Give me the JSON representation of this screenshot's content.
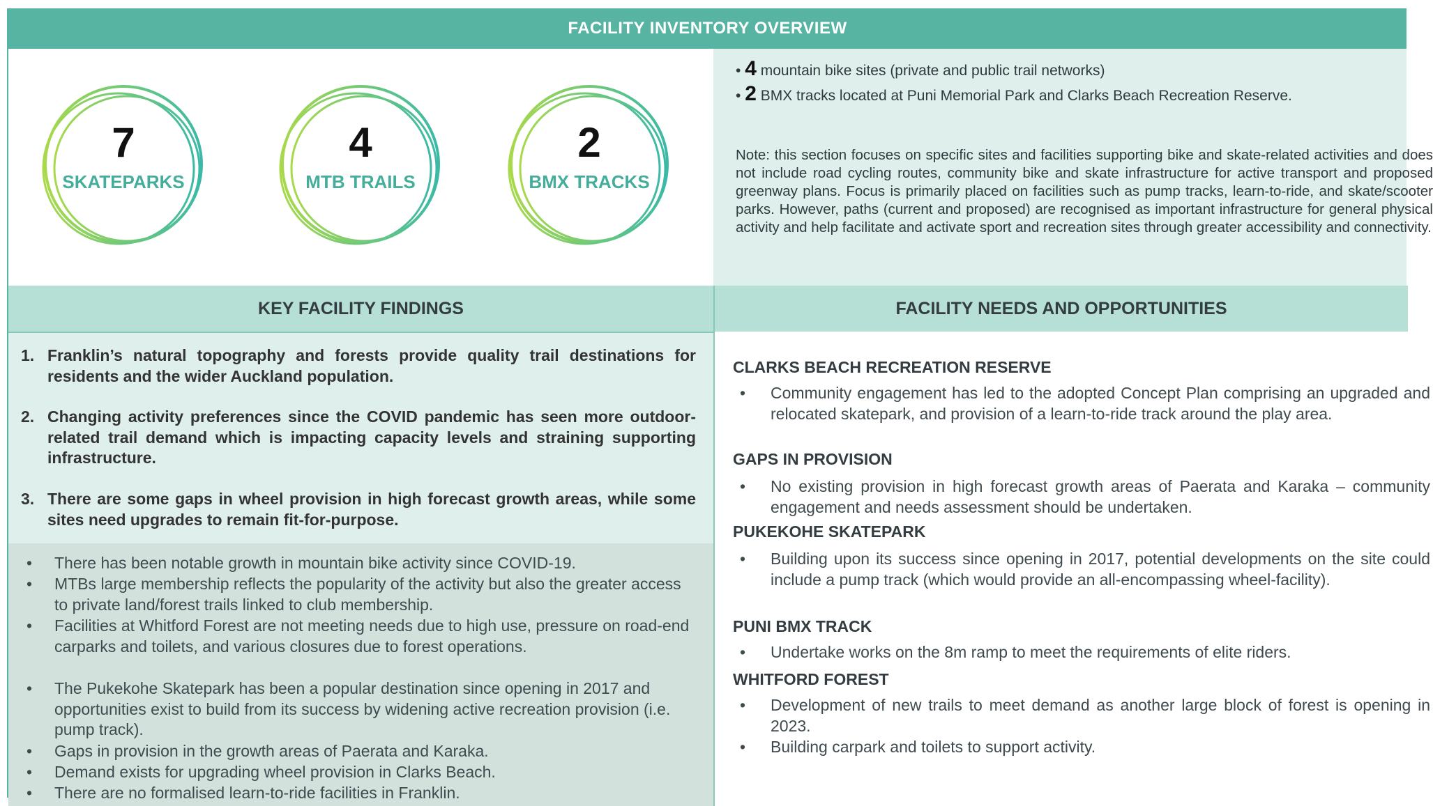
{
  "banner": {
    "title": "FACILITY INVENTORY OVERVIEW"
  },
  "stats": [
    {
      "number": "7",
      "label": "SKATEPARKS"
    },
    {
      "number": "4",
      "label": "MTB TRAILS"
    },
    {
      "number": "2",
      "label": "BMX TRACKS"
    }
  ],
  "colors": {
    "banner": "#57b3a2",
    "ring_start": "#a9d94a",
    "ring_end": "#3bb9a6",
    "panel": "#dff0ec"
  },
  "overview": {
    "bullets": [
      {
        "count": "4",
        "text": "mountain bike sites (private and public trail networks)"
      },
      {
        "count": "2",
        "text": "BMX tracks located at Puni Memorial Park and Clarks Beach Recreation Reserve."
      }
    ],
    "note": "Note: this section focuses on specific sites and facilities supporting bike and skate-related activities and does not include road cycling routes, community bike and skate infrastructure for active transport and proposed greenway plans. Focus is primarily placed on facilities such as pump tracks, learn-to-ride, and skate/scooter parks.  However, paths (current and proposed) are recognised as important infrastructure for general physical activity and help facilitate and activate sport and recreation sites through greater accessibility and connectivity."
  },
  "findings": {
    "heading": "KEY FACILITY FINDINGS",
    "items": [
      {
        "num": "1.",
        "text": "Franklin’s natural topography and forests provide quality trail destinations for residents and the wider Auckland population."
      },
      {
        "num": "2.",
        "text": "Changing activity preferences since the COVID pandemic has seen more outdoor-related trail demand which is impacting capacity levels and straining supporting infrastructure."
      },
      {
        "num": "3.",
        "text": "There are some gaps in wheel provision in high forecast growth areas, while some sites need upgrades to remain fit-for-purpose."
      }
    ],
    "bullets": [
      "There has been notable growth in mountain bike activity since COVID-19.",
      "MTBs large membership reflects the popularity of the activity but also the greater access to private land/forest trails linked to club membership.",
      "Facilities at Whitford Forest are not meeting needs due to high use, pressure on road-end carparks and toilets, and various closures due to forest operations.",
      "The Pukekohe Skatepark has been a popular destination since opening in 2017 and opportunities exist to build from its success by widening active recreation provision (i.e. pump track).",
      "Gaps in provision in the growth areas of Paerata and Karaka.",
      "Demand exists for upgrading wheel provision in Clarks Beach.",
      "There are no formalised learn-to-ride facilities in Franklin."
    ]
  },
  "needs": {
    "heading": "FACILITY NEEDS AND OPPORTUNITIES",
    "sections": [
      {
        "title": "CLARKS BEACH RECREATION RESERVE",
        "items": [
          "Community engagement has led to the adopted Concept Plan comprising an upgraded and relocated skatepark, and provision of a learn-to-ride track around the play area."
        ]
      },
      {
        "title": "GAPS IN PROVISION",
        "items": [
          "No existing provision in high forecast growth areas of Paerata and Karaka – community engagement and needs assessment should be undertaken."
        ]
      },
      {
        "title": "PUKEKOHE SKATEPARK",
        "items": [
          "Building upon its success since opening in 2017, potential developments on the site could include a pump track (which would provide an all-encompassing wheel-facility)."
        ]
      },
      {
        "title": "PUNI BMX TRACK",
        "items": [
          "Undertake works on the 8m ramp to meet the requirements of elite riders."
        ]
      },
      {
        "title": "WHITFORD FOREST",
        "items": [
          "Development of new trails to meet demand as another large block of forest is opening in 2023.",
          "Building carpark and toilets to support activity."
        ]
      }
    ]
  }
}
